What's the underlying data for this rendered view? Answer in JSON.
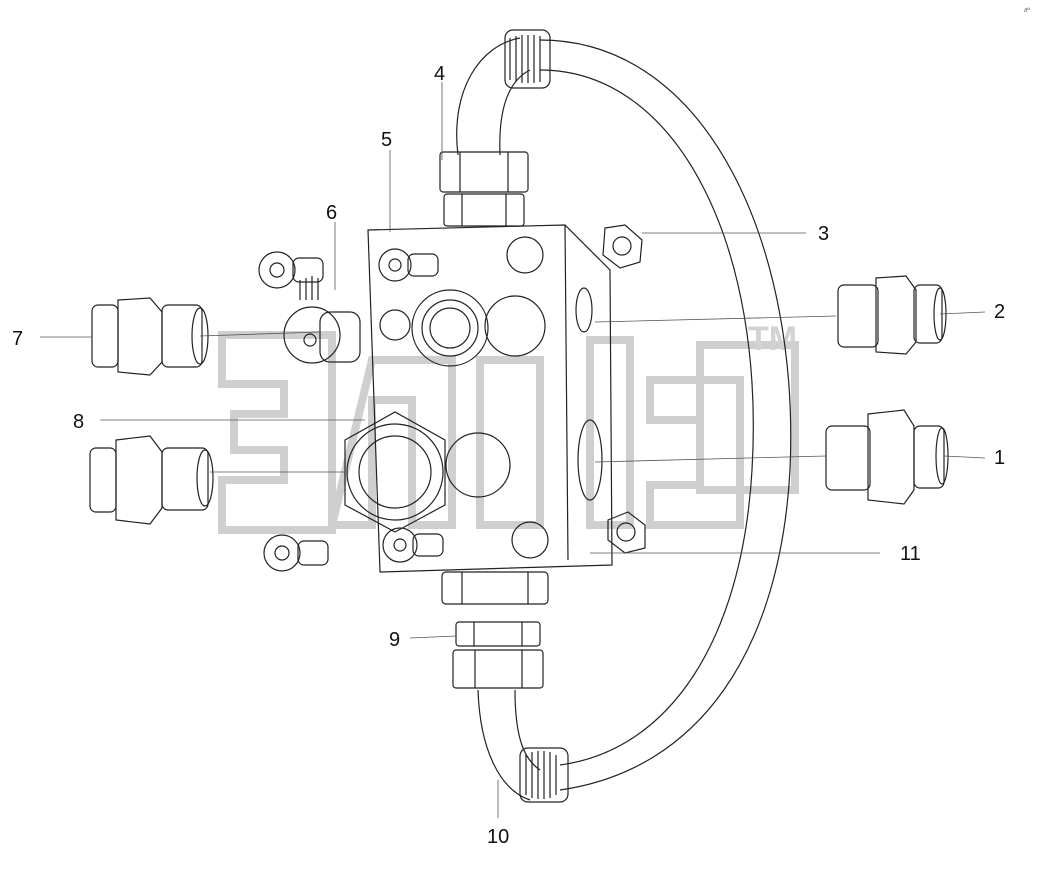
{
  "callouts": [
    "1",
    "2",
    "3",
    "4",
    "5",
    "6",
    "7",
    "8",
    "9",
    "10",
    "11"
  ],
  "watermark": {
    "trademark": "TM"
  },
  "corner_tag": "лº"
}
